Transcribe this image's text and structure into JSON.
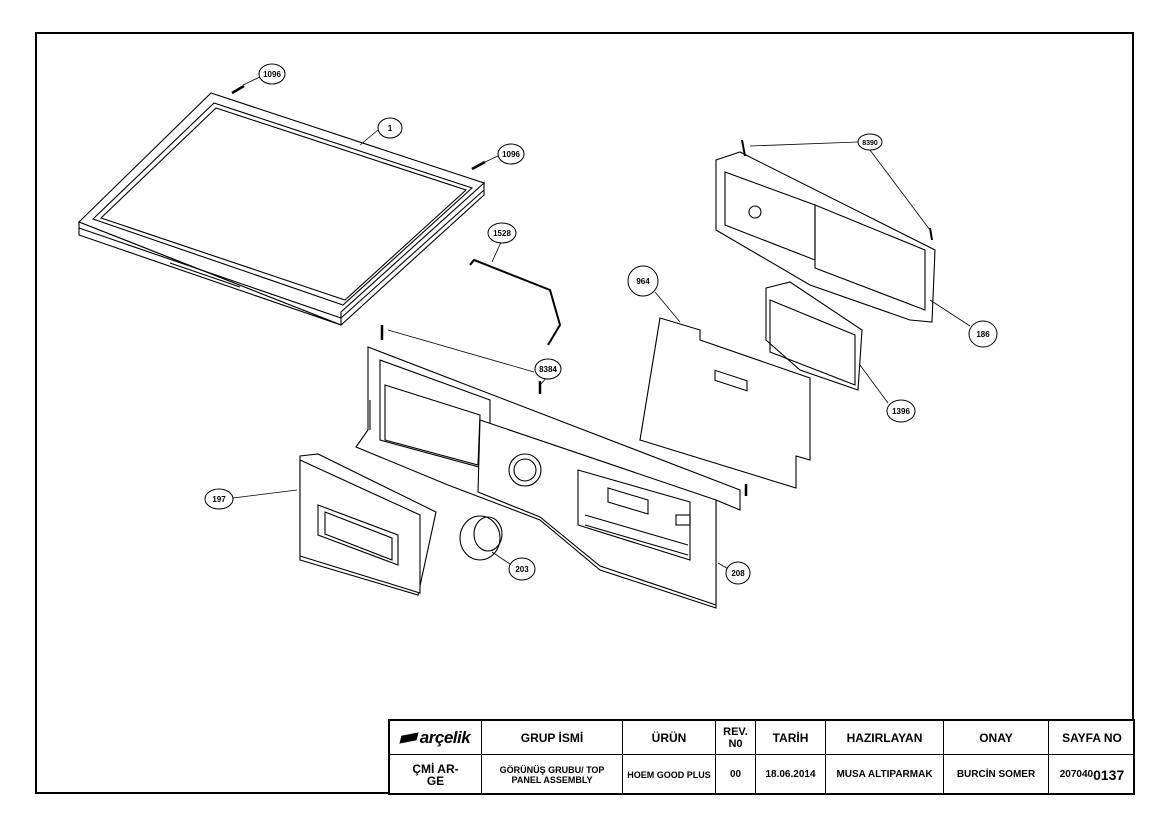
{
  "callouts": {
    "c1096a": "1096",
    "c1": "1",
    "c1096b": "1096",
    "c1528": "1528",
    "c8390": "8390",
    "c964": "964",
    "c186": "186",
    "c8384": "8384",
    "c1396": "1396",
    "c197": "197",
    "c203": "203",
    "c208": "208"
  },
  "title_block": {
    "logo": "arçelik",
    "headers": {
      "group": "GRUP İSMİ",
      "product": "ÜRÜN",
      "rev": "REV. N0",
      "date": "TARİH",
      "prepared": "HAZIRLAYAN",
      "approved": "ONAY",
      "page": "SAYFA NO"
    },
    "values": {
      "dept": "ÇMİ AR-GE",
      "group": "GÖRÜNÜŞ GRUBU/ TOP PANEL ASSEMBLY",
      "product": "HOEM GOOD PLUS",
      "rev": "00",
      "date": "18.06.2014",
      "prepared": "MUSA ALTIPARMAK",
      "approved": "BURCİN SOMER",
      "page_prefix": "207040",
      "page_suffix": "0137"
    }
  }
}
